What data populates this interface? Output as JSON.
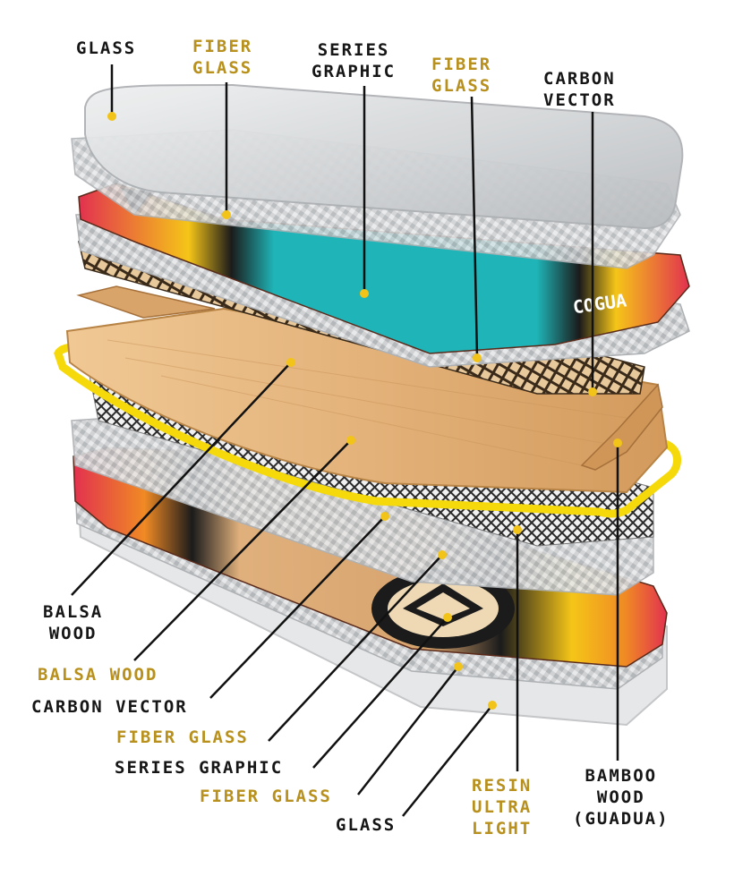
{
  "colors": {
    "label_dark": "#161616",
    "label_gold": "#b8901d",
    "leader_line": "#111111",
    "leader_dot": "#f2c318",
    "resin_rail": "#f5d90a",
    "balsa": "#e4b37c",
    "bamboo": "#d9a46a",
    "graphic_teal": "#1fb5b8",
    "graphic_red": "#e2314f",
    "graphic_yellow": "#f5c518",
    "carbon_grey": "#c9cbcd"
  },
  "top_labels": {
    "glass": "GLASS",
    "fiber_glass_1": [
      "FIBER",
      "GLASS"
    ],
    "series_graphic": [
      "SERIES",
      "GRAPHIC"
    ],
    "fiber_glass_2": [
      "FIBER",
      "GLASS"
    ],
    "carbon_vector": [
      "CARBON",
      "VECTOR"
    ]
  },
  "left_labels": {
    "balsa_wood_dark": [
      "BALSA",
      "WOOD"
    ],
    "balsa_wood_gold": "BALSA WOOD",
    "carbon_vector": "CARBON VECTOR",
    "fiber_glass": "FIBER GLASS",
    "series_graphic": "SERIES GRAPHIC",
    "fiber_glass_2": "FIBER GLASS",
    "glass": "GLASS"
  },
  "bottom_labels": {
    "resin": [
      "RESIN",
      "ULTRA",
      "LIGHT"
    ],
    "bamboo": [
      "BAMBOO",
      "WOOD",
      "(GUADUA)"
    ]
  },
  "board_logo": "COGUA"
}
